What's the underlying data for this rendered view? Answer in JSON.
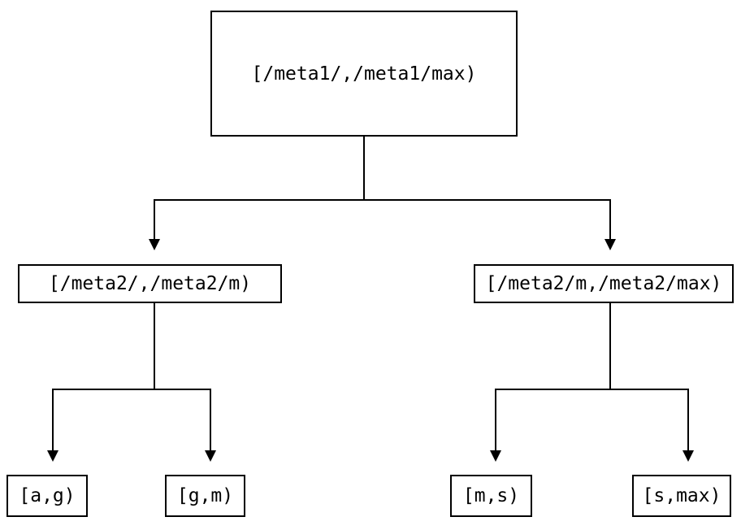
{
  "diagram": {
    "type": "tree",
    "background_color": "#ffffff",
    "line_color": "#000000",
    "text_color": "#000000",
    "node_fill_color": "#ffffff",
    "nodes": {
      "root": {
        "label": "[/meta1/,/meta1/max)"
      },
      "left_child": {
        "label": "[/meta2/,/meta2/m)"
      },
      "right_child": {
        "label": "[/meta2/m,/meta2/max)"
      },
      "leaf_ag": {
        "label": "[a,g)"
      },
      "leaf_gm": {
        "label": "[g,m)"
      },
      "leaf_ms": {
        "label": "[m,s)"
      },
      "leaf_smax": {
        "label": "[s,max)"
      }
    },
    "edges": [
      {
        "from": "root",
        "to": "left_child"
      },
      {
        "from": "root",
        "to": "right_child"
      },
      {
        "from": "left_child",
        "to": "leaf_ag"
      },
      {
        "from": "left_child",
        "to": "leaf_gm"
      },
      {
        "from": "right_child",
        "to": "leaf_ms"
      },
      {
        "from": "right_child",
        "to": "leaf_smax"
      }
    ]
  }
}
